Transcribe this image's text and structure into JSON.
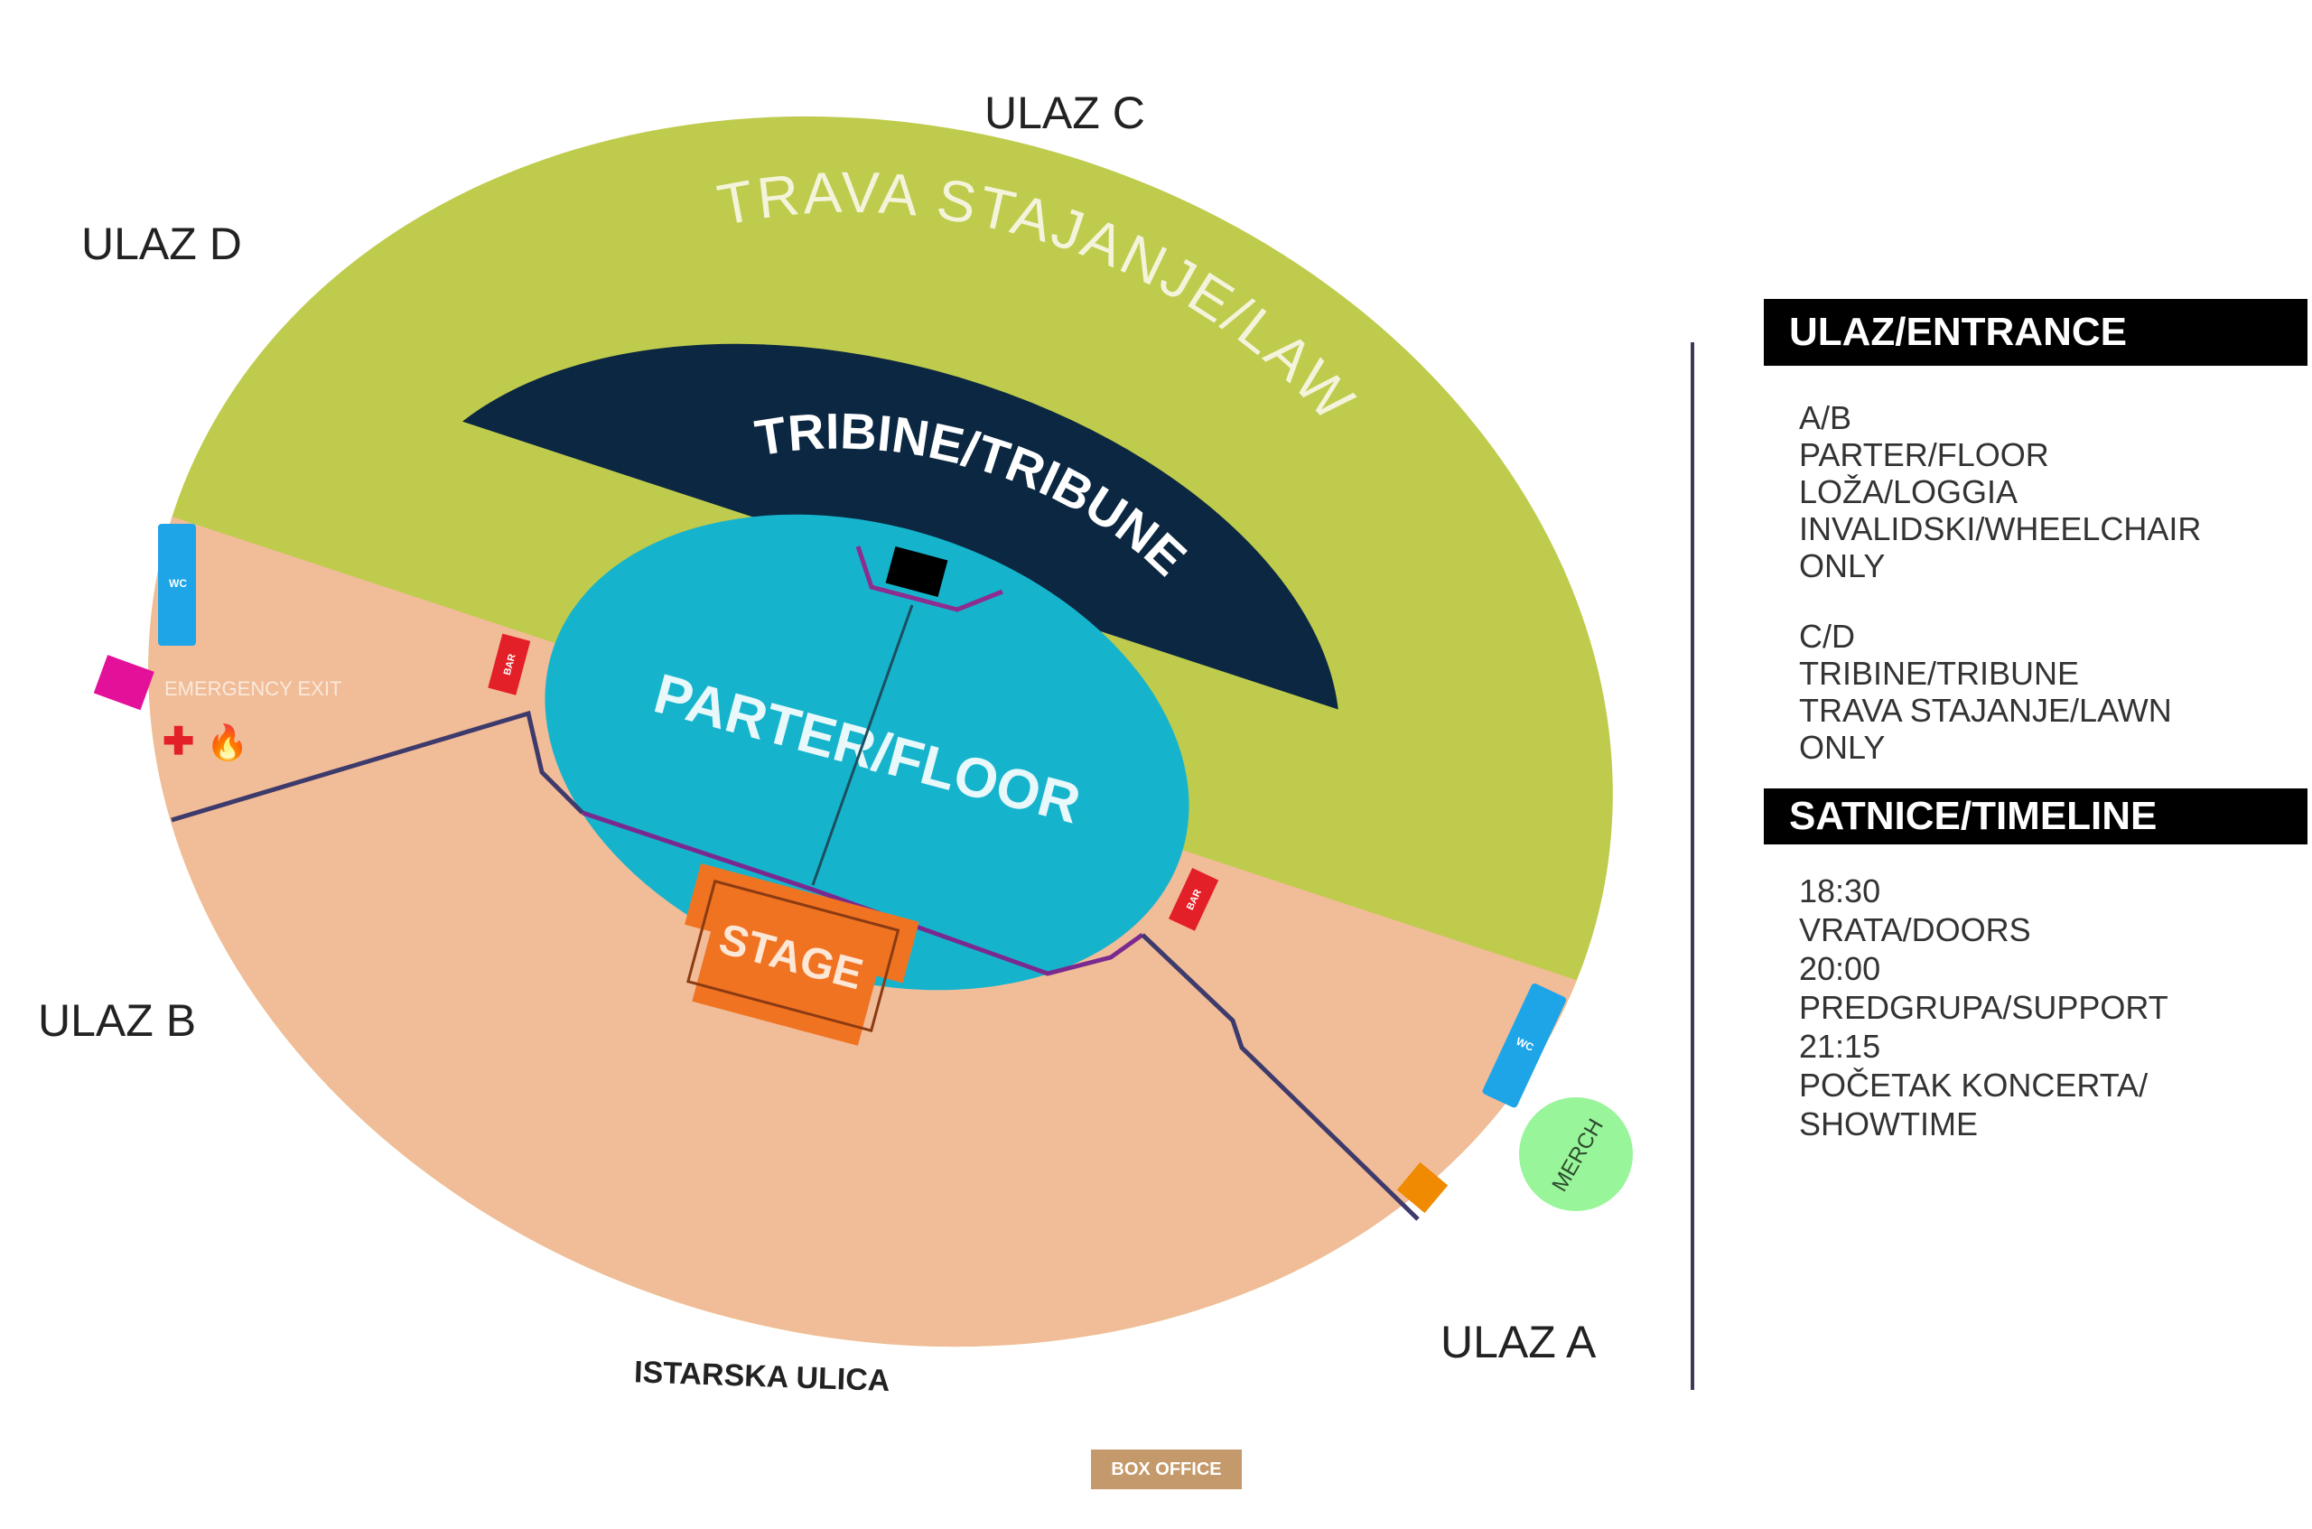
{
  "map": {
    "entrances": {
      "a": "ULAZ A",
      "b": "ULAZ B",
      "c": "ULAZ C",
      "d": "ULAZ D"
    },
    "street": "ISTARSKA ULICA",
    "box_office": "BOX OFFICE",
    "zones": {
      "lawn": "TRAVA STAJANJE/LAWN",
      "tribune": "TRIBINE/TRIBUNE",
      "floor": "PARTER/FLOOR",
      "stage": "STAGE"
    },
    "facilities": {
      "wc": "WC",
      "bar": "BAR",
      "emergency_exit": "EMERGENCY EXIT",
      "merch": "MERCH"
    },
    "colors": {
      "lawn": "#bfcb4c",
      "tribune": "#0b2742",
      "floor": "#16b4cc",
      "general": "#f1bc98",
      "stage": "#f07322",
      "wc": "#1ea5e8",
      "bar": "#e32027",
      "emergency": "#e3119a",
      "merch": "#98f59a"
    }
  },
  "legend": {
    "entrance_title": "ULAZ/ENTRANCE",
    "entrance_ab": [
      "A/B",
      "PARTER/FLOOR",
      "LOŽA/LOGGIA",
      "INVALIDSKI/WHEELCHAIR",
      "ONLY"
    ],
    "entrance_cd": [
      "C/D",
      "TRIBINE/TRIBUNE",
      "TRAVA STAJANJE/LAWN",
      "ONLY"
    ],
    "timeline_title": "SATNICE/TIMELINE",
    "timeline": [
      "18:30",
      "VRATA/DOORS",
      "20:00",
      "PREDGRUPA/SUPPORT",
      "21:15",
      "POČETAK KONCERTA/",
      "SHOWTIME"
    ]
  }
}
